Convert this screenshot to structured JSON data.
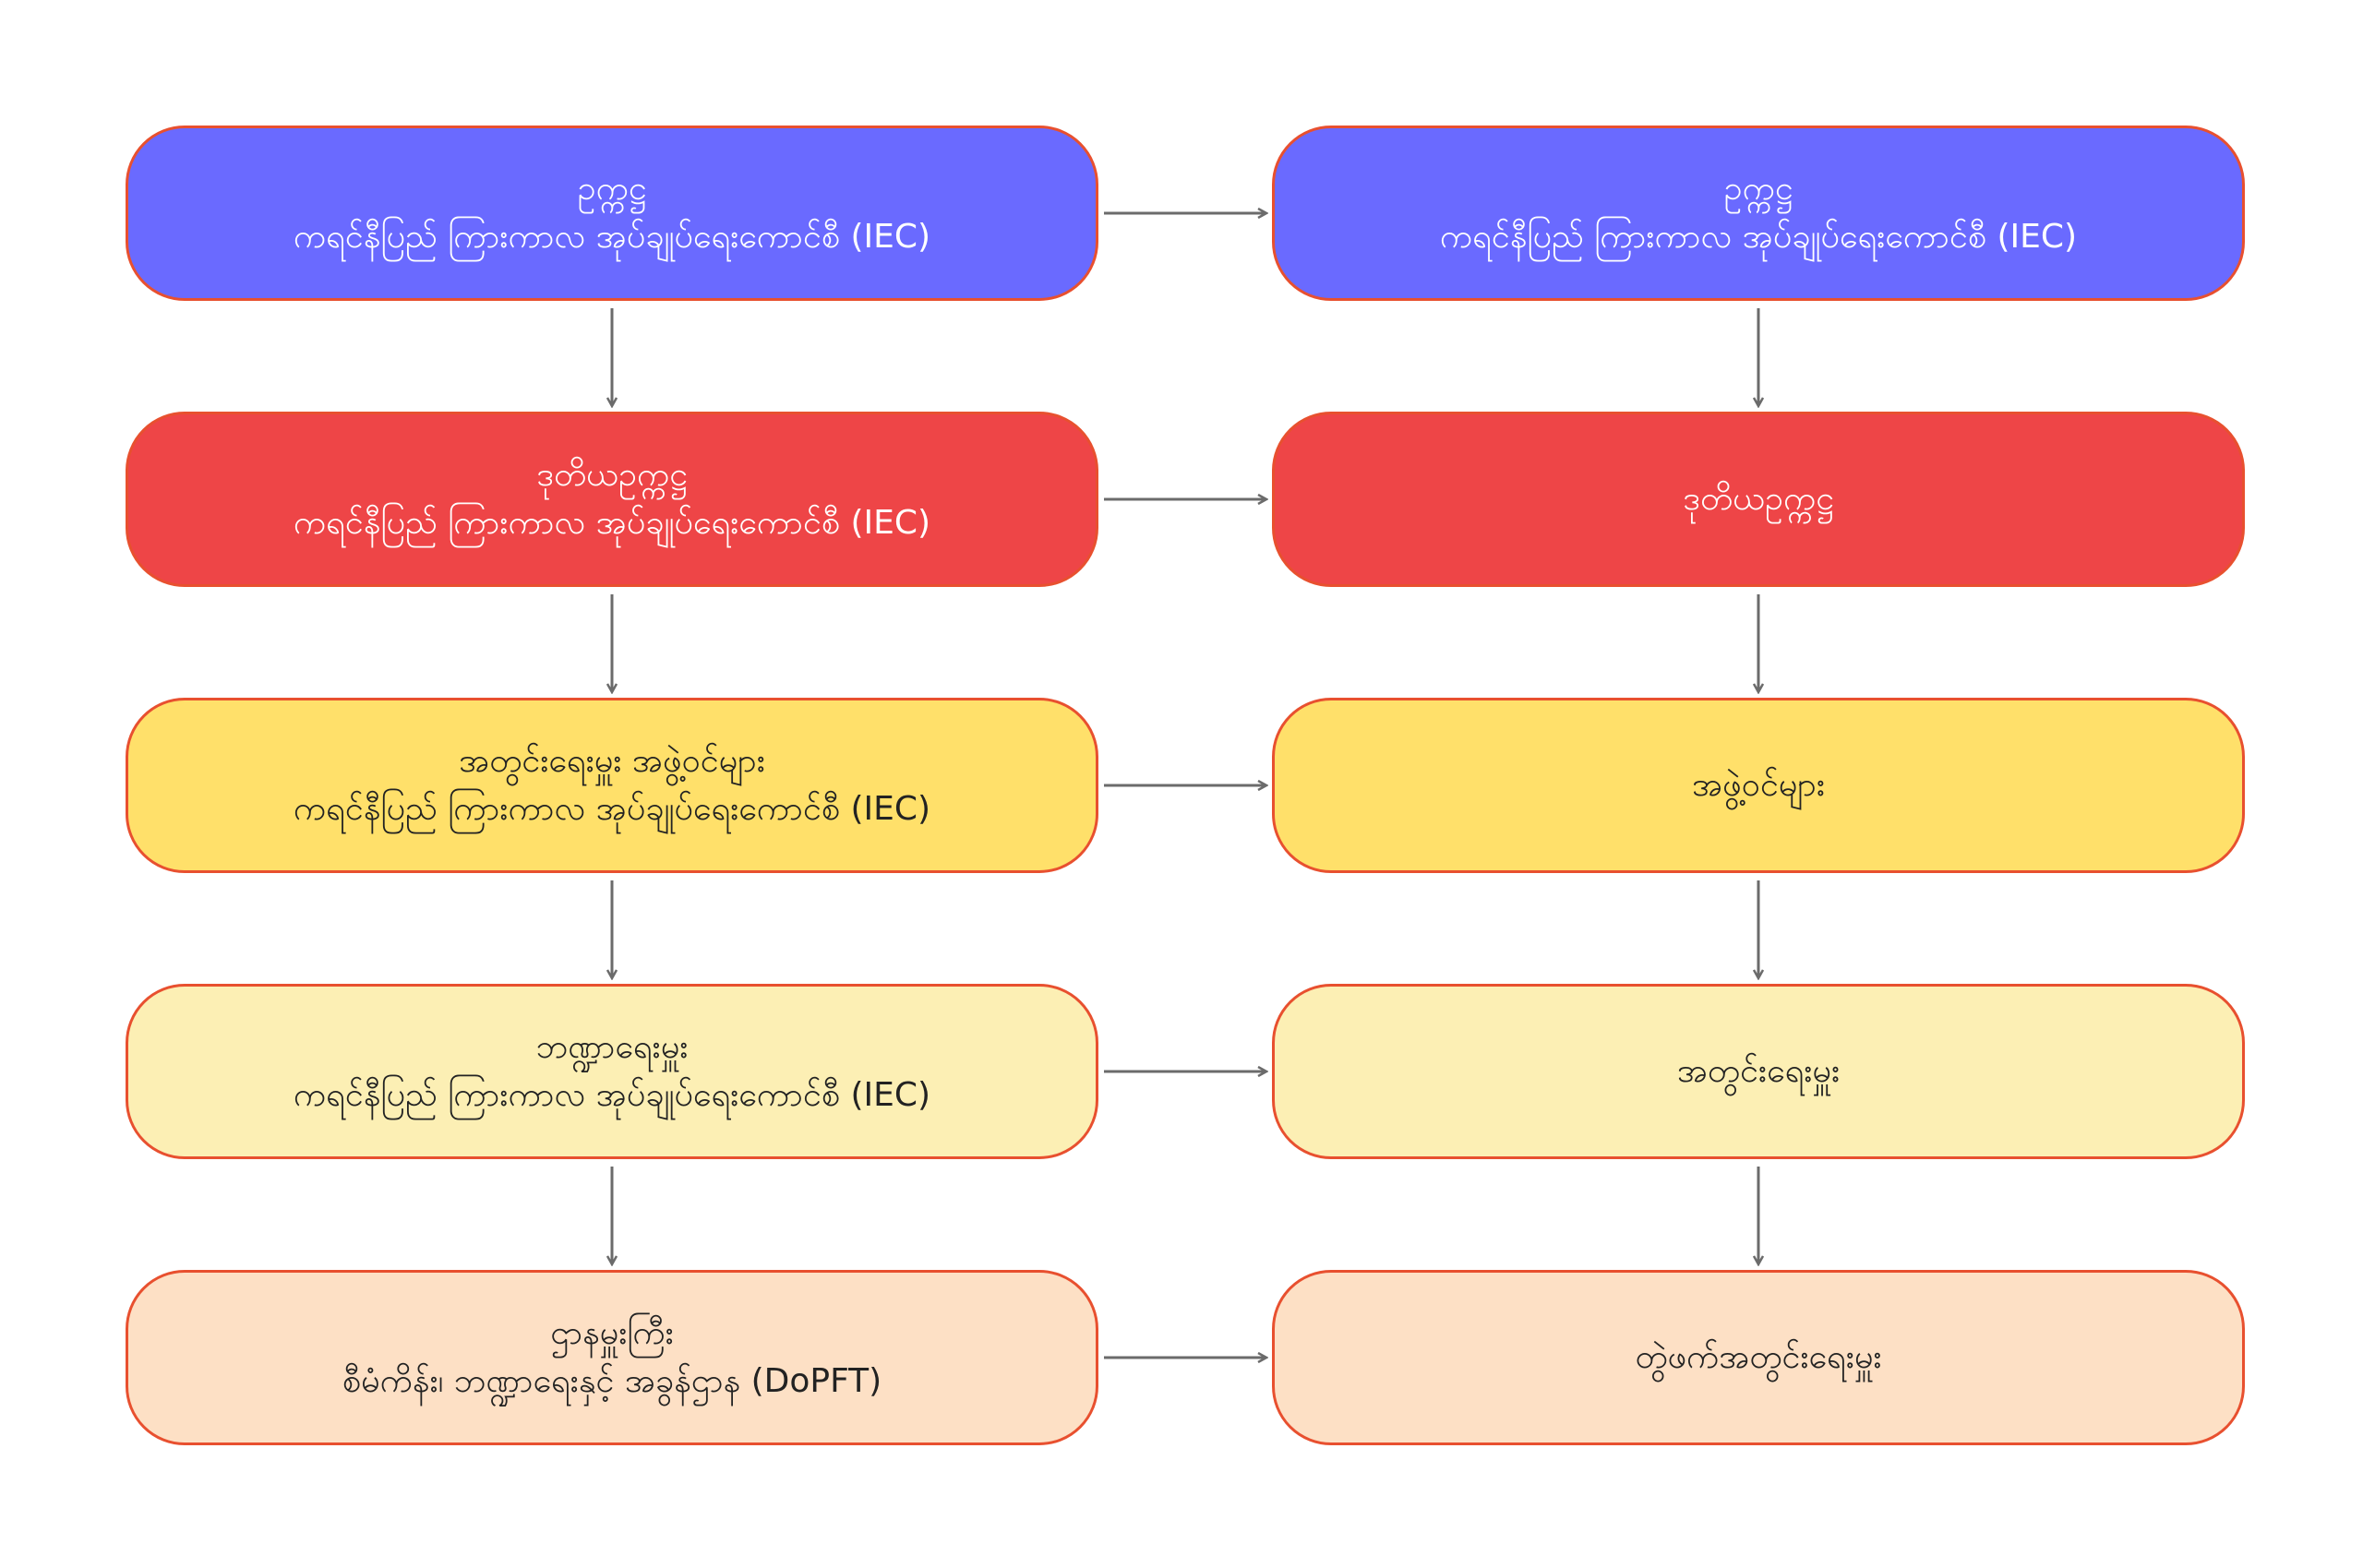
{
  "colors": {
    "border": "#e8502f",
    "arrow": "#6b6b6b",
    "level_1": "#6a6aff",
    "level_2": "#ee4547",
    "level_3": "#ffe06a",
    "level_4": "#fcefb4",
    "level_5": "#fde0c5"
  },
  "left_column": [
    {
      "title": "ဥက္ကဋ္ဌ",
      "subtitle": "ကရင်နီပြည် ကြားကာလ အုပ်ချုပ်ရေးကောင်စီ (IEC)"
    },
    {
      "title": "ဒုတိယဥက္ကဋ္ဌ",
      "subtitle": "ကရင်နီပြည် ကြားကာလ အုပ်ချုပ်ရေးကောင်စီ (IEC)"
    },
    {
      "title": "အတွင်းရေးမှူး အဖွဲ့ဝင်များ",
      "subtitle": "ကရင်နီပြည် ကြားကာလ အုပ်ချုပ်ရေးကောင်စီ (IEC)"
    },
    {
      "title": "ဘဏ္ဍာရေးမှူး",
      "subtitle": "ကရင်နီပြည် ကြားကာလ အုပ်ချုပ်ရေးကောင်စီ (IEC)"
    },
    {
      "title": "ဌာနမှူးကြီး",
      "subtitle": "စီမံကိန်း၊ ဘဏ္ဍာရေးနှင့် အခွန်ဌာန (DoPFT)"
    }
  ],
  "right_column": [
    {
      "title": "ဥက္ကဋ္ဌ",
      "subtitle": "ကရင်နီပြည် ကြားကာလ အုပ်ချုပ်ရေးကောင်စီ (IEC)"
    },
    {
      "title": "ဒုတိယဥက္ကဋ္ဌ"
    },
    {
      "title": "အဖွဲ့ဝင်များ"
    },
    {
      "title": "အတွင်းရေးမှူး"
    },
    {
      "title": "တွဲဖက်အတွင်းရေးမှူး"
    }
  ]
}
